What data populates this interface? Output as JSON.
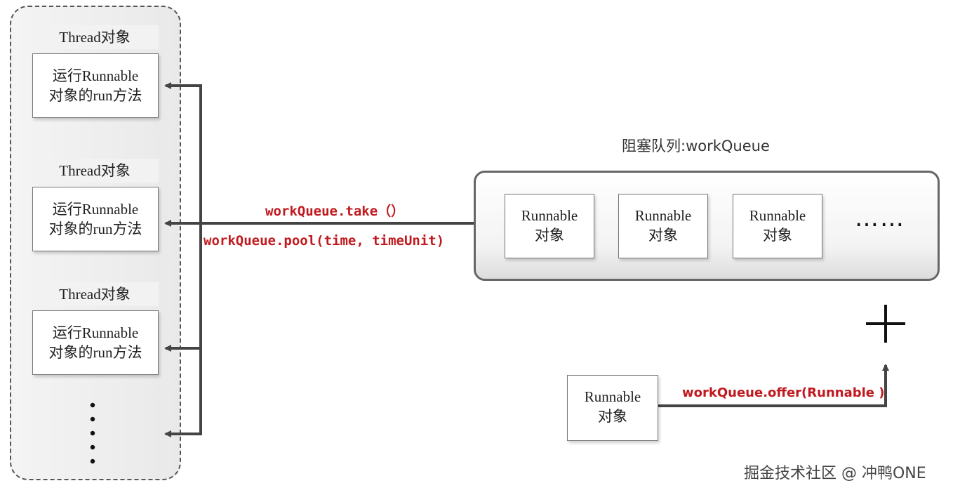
{
  "thread_pool": {
    "threads": [
      {
        "title": "Thread对象",
        "task_line1": "运行Runnable",
        "task_line2": "对象的run方法"
      },
      {
        "title": "Thread对象",
        "task_line1": "运行Runnable",
        "task_line2": "对象的run方法"
      },
      {
        "title": "Thread对象",
        "task_line1": "运行Runnable",
        "task_line2": "对象的run方法"
      }
    ]
  },
  "methods": {
    "take": "workQueue.take（）",
    "poll": "workQueue.pool(time, timeUnit)",
    "offer": "workQueue.offer(Runnable )"
  },
  "queue": {
    "title": "阻塞队列:workQueue",
    "items": [
      {
        "line1": "Runnable",
        "line2": "对象"
      },
      {
        "line1": "Runnable",
        "line2": "对象"
      },
      {
        "line1": "Runnable",
        "line2": "对象"
      }
    ],
    "ellipsis": "……"
  },
  "new_task": {
    "line1": "Runnable",
    "line2": "对象"
  },
  "watermark": "掘金技术社区 @ 冲鸭ONE",
  "colors": {
    "method_text": "#c0191e",
    "arrow": "#444444",
    "border": "#666666"
  }
}
